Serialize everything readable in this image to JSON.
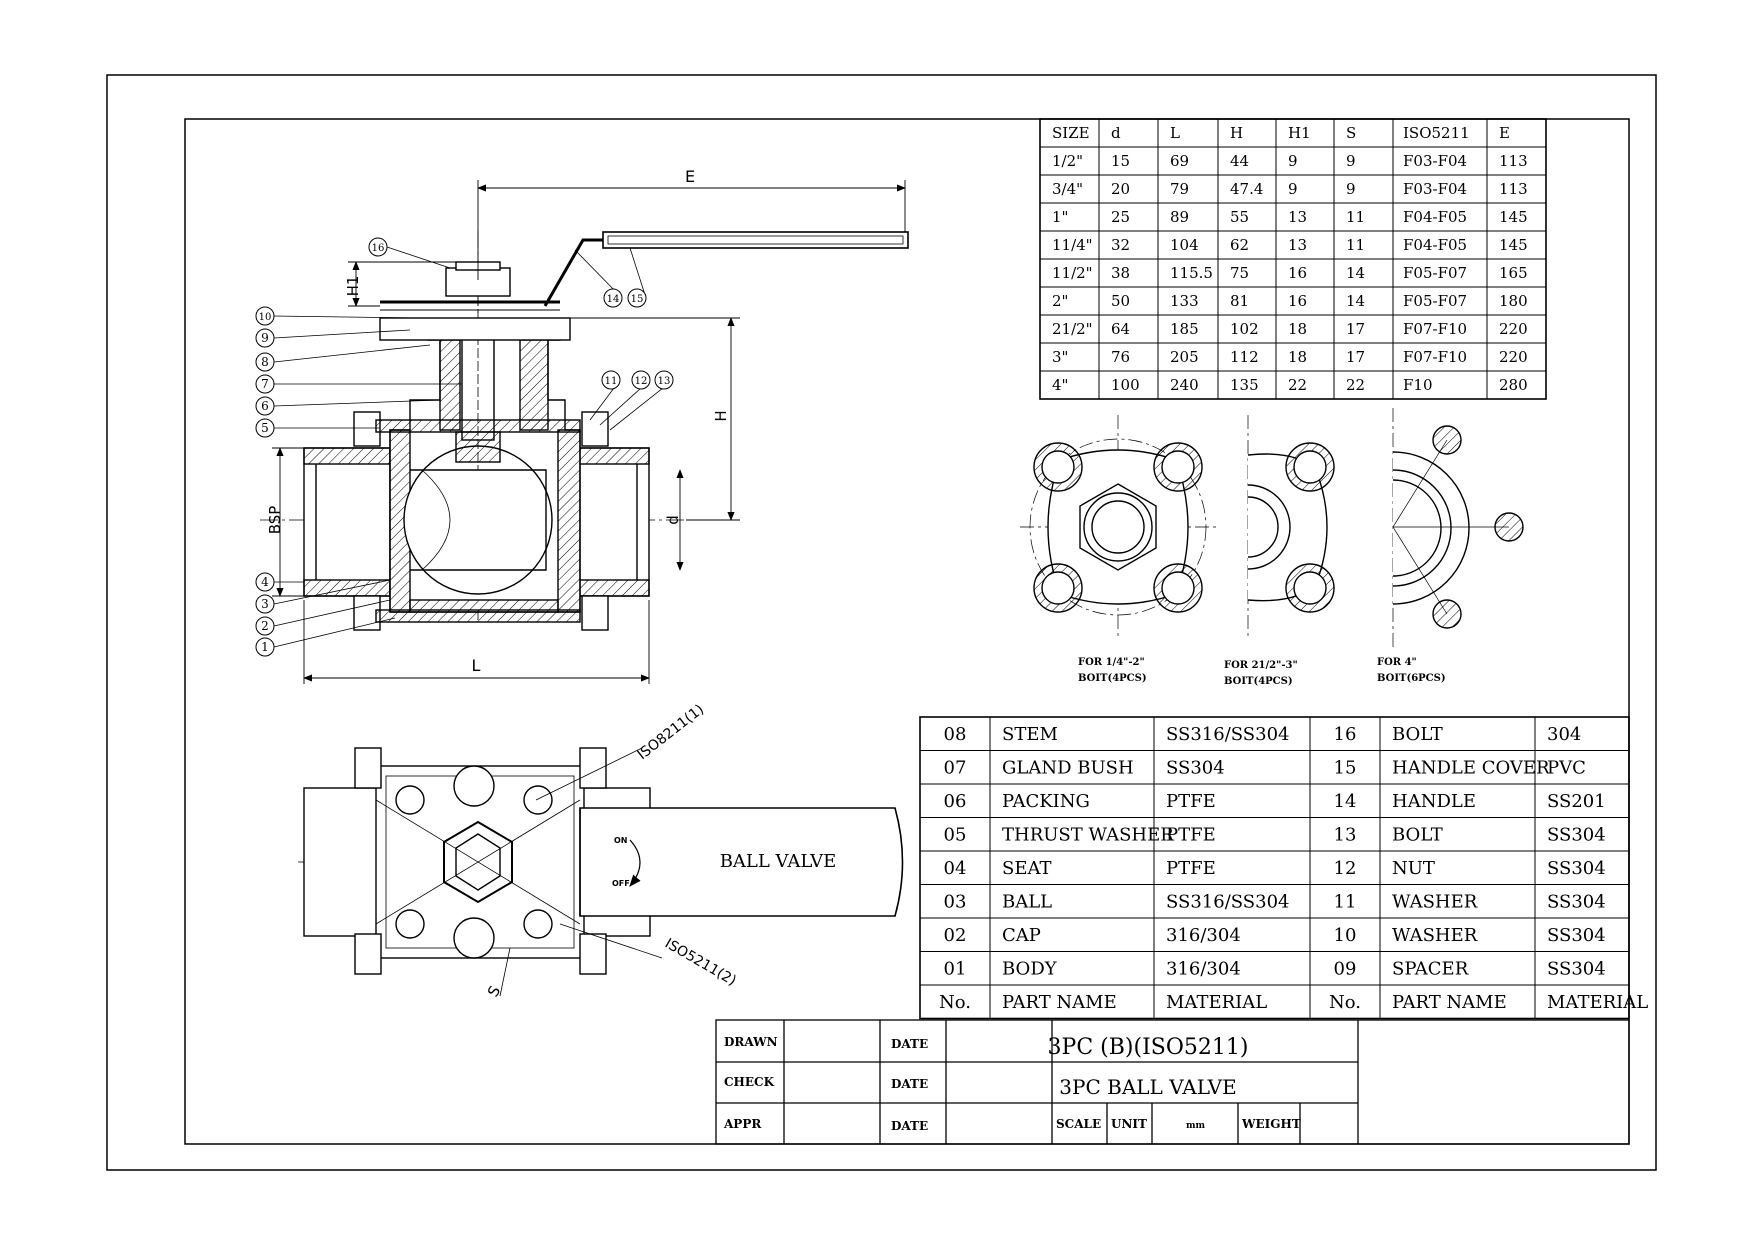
{
  "dimension_labels": {
    "E": "E",
    "H1": "H1",
    "H": "H",
    "BSP": "BSP",
    "d": "d",
    "L": "L",
    "S": "S",
    "iso8211": "ISO8211(1)",
    "iso5211": "ISO5211(2)"
  },
  "callouts": [
    "1",
    "2",
    "3",
    "4",
    "5",
    "6",
    "7",
    "8",
    "9",
    "10",
    "11",
    "12",
    "13",
    "14",
    "15",
    "16"
  ],
  "handle_text": "BALL VALVE",
  "on_label": "ON",
  "off_label": "OFF",
  "flange_notes": [
    {
      "line1": "FOR 1/4\"-2\"",
      "line2": "BOIT(4PCS)"
    },
    {
      "line1": "FOR 21/2\"-3\"",
      "line2": "BOIT(4PCS)"
    },
    {
      "line1": "FOR 4\"",
      "line2": "BOIT(6PCS)"
    }
  ],
  "size_table": {
    "headers": [
      "SIZE",
      "d",
      "L",
      "H",
      "H1",
      "S",
      "ISO5211",
      "E"
    ],
    "rows": [
      [
        "1/2\"",
        "15",
        "69",
        "44",
        "9",
        "9",
        "F03-F04",
        "113"
      ],
      [
        "3/4\"",
        "20",
        "79",
        "47.4",
        "9",
        "9",
        "F03-F04",
        "113"
      ],
      [
        "1\"",
        "25",
        "89",
        "55",
        "13",
        "11",
        "F04-F05",
        "145"
      ],
      [
        "11/4\"",
        "32",
        "104",
        "62",
        "13",
        "11",
        "F04-F05",
        "145"
      ],
      [
        "11/2\"",
        "38",
        "115.5",
        "75",
        "16",
        "14",
        "F05-F07",
        "165"
      ],
      [
        "2\"",
        "50",
        "133",
        "81",
        "16",
        "14",
        "F05-F07",
        "180"
      ],
      [
        "21/2\"",
        "64",
        "185",
        "102",
        "18",
        "17",
        "F07-F10",
        "220"
      ],
      [
        "3\"",
        "76",
        "205",
        "112",
        "18",
        "17",
        "F07-F10",
        "220"
      ],
      [
        "4\"",
        "100",
        "240",
        "135",
        "22",
        "22",
        "F10",
        "280"
      ]
    ]
  },
  "parts_table": {
    "rows": [
      [
        "08",
        "STEM",
        "SS316/SS304",
        "16",
        "BOLT",
        "304"
      ],
      [
        "07",
        "GLAND BUSH",
        "SS304",
        "15",
        "HANDLE COVER",
        "PVC"
      ],
      [
        "06",
        "PACKING",
        "PTFE",
        "14",
        "HANDLE",
        "SS201"
      ],
      [
        "05",
        "THRUST WASHER",
        "PTFE",
        "13",
        "BOLT",
        "SS304"
      ],
      [
        "04",
        "SEAT",
        "PTFE",
        "12",
        "NUT",
        "SS304"
      ],
      [
        "03",
        "BALL",
        "SS316/SS304",
        "11",
        "WASHER",
        "SS304"
      ],
      [
        "02",
        "CAP",
        "316/304",
        "10",
        "WASHER",
        "SS304"
      ],
      [
        "01",
        "BODY",
        "316/304",
        "09",
        "SPACER",
        "SS304"
      ]
    ],
    "header": [
      "No.",
      "PART NAME",
      "MATERIAL",
      "No.",
      "PART NAME",
      "MATERIAL"
    ]
  },
  "title_block": {
    "drawn": "DRAWN",
    "check": "CHECK",
    "appr": "APPR",
    "date": "DATE",
    "title1": "3PC (B)(ISO5211)",
    "title2": "3PC BALL VALVE",
    "scale": "SCALE",
    "unit": "UNIT",
    "unit_value": "mm",
    "weight": "WEIGHT"
  }
}
